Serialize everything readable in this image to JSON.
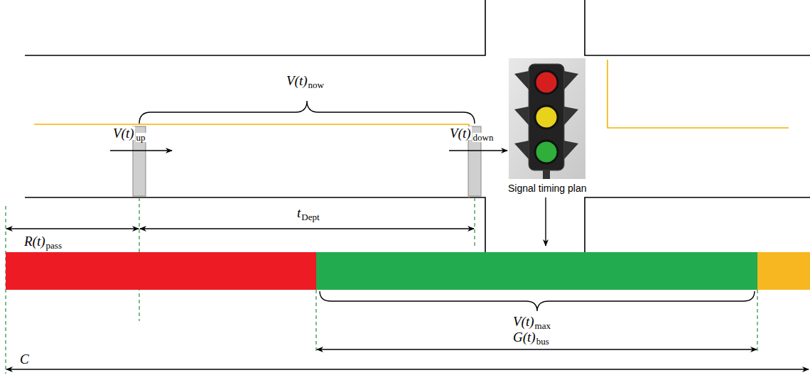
{
  "diagram": {
    "labels": [
      "V(t)",
      "now",
      "V(t)",
      "up",
      "V(t)",
      "down",
      "Signal timing plan",
      "R(t)",
      "pass",
      "t",
      "Dept",
      "V(t)",
      "max",
      "G(t)",
      "bus",
      "C"
    ]
  }
}
